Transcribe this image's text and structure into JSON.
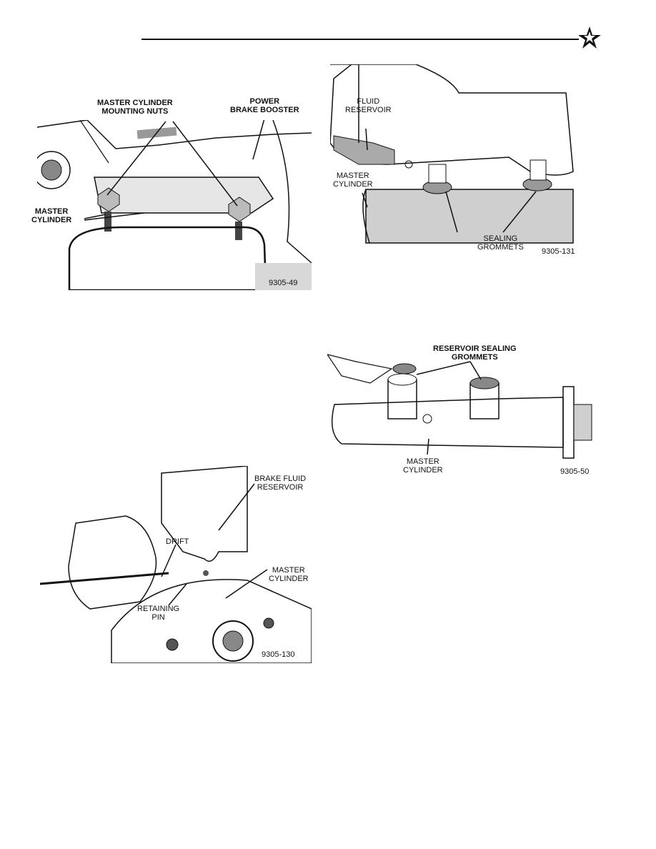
{
  "figures": [
    {
      "id": "9305-49",
      "labels": {
        "mounting_nuts": "MASTER CYLINDER\nMOUNTING NUTS",
        "booster": "POWER\nBRAKE BOOSTER",
        "cylinder": "MASTER\nCYLINDER"
      },
      "fig_number": "9305-49"
    },
    {
      "id": "9305-131",
      "labels": {
        "reservoir": "FLUID\nRESERVOIR",
        "cylinder": "MASTER\nCYLINDER",
        "grommets": "SEALING\nGROMMETS"
      },
      "fig_number": "9305-131"
    },
    {
      "id": "9305-50",
      "labels": {
        "grommets": "RESERVOIR SEALING\nGROMMETS",
        "cylinder": "MASTER\nCYLINDER"
      },
      "fig_number": "9305-50"
    },
    {
      "id": "9305-130",
      "labels": {
        "reservoir": "BRAKE FLUID\nRESERVOIR",
        "drift": "DRIFT",
        "cylinder": "MASTER\nCYLINDER",
        "pin": "RETAINING\nPIN"
      },
      "fig_number": "9305-130"
    }
  ],
  "icons": {
    "logo": "pentastar-logo-icon"
  }
}
